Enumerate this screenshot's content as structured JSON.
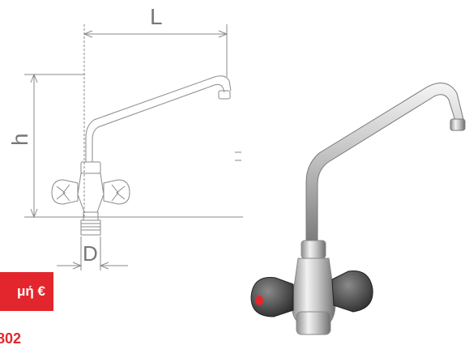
{
  "drawing": {
    "dimension_L": "L",
    "dimension_h": "h",
    "dimension_D": "D"
  },
  "price": {
    "label": "μή €",
    "badge_color": "#e3262d"
  },
  "product": {
    "code": "802"
  },
  "photo": {
    "handle_color": "#4a4a4a",
    "chrome_color": "#d9d9d9"
  }
}
